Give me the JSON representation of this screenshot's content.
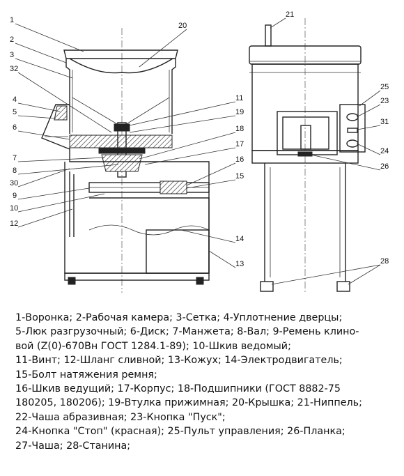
{
  "callouts": {
    "left": [
      "1",
      "2",
      "3",
      "32",
      "4",
      "5",
      "6",
      "7",
      "8",
      "30",
      "9",
      "10",
      "12",
      "20",
      "11",
      "19",
      "18",
      "17",
      "16",
      "15",
      "14",
      "13"
    ],
    "right": [
      "21",
      "25",
      "23",
      "31",
      "24",
      "26",
      "28"
    ]
  },
  "legend": [
    "1-Воронка; 2-Рабочая камера; 3-Сетка; 4-Уплотнение дверцы;",
    "5-Люк разгрузочный; 6-Диск; 7-Манжета; 8-Вал; 9-Ремень клино-",
    "вой (Z(0)-670Вн ГОСТ 1284.1-89); 10-Шкив ведомый;",
    "11-Винт; 12-Шланг сливной; 13-Кожух; 14-Электродвигатель;",
    "15-Болт натяжения ремня;",
    "16-Шкив ведущий; 17-Корпус; 18-Подшипники (ГОСТ 8882-75",
    "180205, 180206); 19-Втулка прижимная; 20-Крышка; 21-Ниппель;",
    "22-Чаша абразивная; 23-Кнопка \"Пуск\";",
    "24-Кнопка \"Стоп\" (красная); 25-Пульт управления; 26-Планка;",
    "27-Чаша; 28-Станина;"
  ]
}
